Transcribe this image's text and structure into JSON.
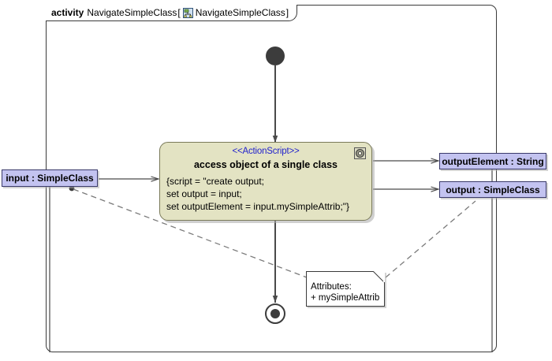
{
  "frame": {
    "keyword": "activity",
    "name": "NavigateSimpleClass",
    "bracket_open": "[",
    "icon": "activity-diagram-icon",
    "inner_name": "NavigateSimpleClass",
    "bracket_close": "]"
  },
  "nodes": {
    "initial": {
      "name": "initial-node"
    },
    "final": {
      "name": "activity-final-node"
    },
    "action": {
      "stereotype": "<<ActionScript>>",
      "title": "access object of a single class",
      "body": [
        "{script = \"create output;",
        "set output = input;",
        "set outputElement = input.mySimpleAttrib;\"}"
      ],
      "icon": "script-gear-icon",
      "fill_color": "#e3e3c3",
      "stereotype_color": "#2222cc"
    }
  },
  "pins": [
    {
      "key": "input",
      "label": "input : SimpleClass",
      "fill_color": "#c3c3f0"
    },
    {
      "key": "outel",
      "label": "outputElement : String",
      "fill_color": "#c3c3f0"
    },
    {
      "key": "output",
      "label": "output : SimpleClass",
      "fill_color": "#c3c3f0"
    }
  ],
  "note": {
    "line1": "Attributes:",
    "line2": "+ mySimpleAttrib"
  }
}
